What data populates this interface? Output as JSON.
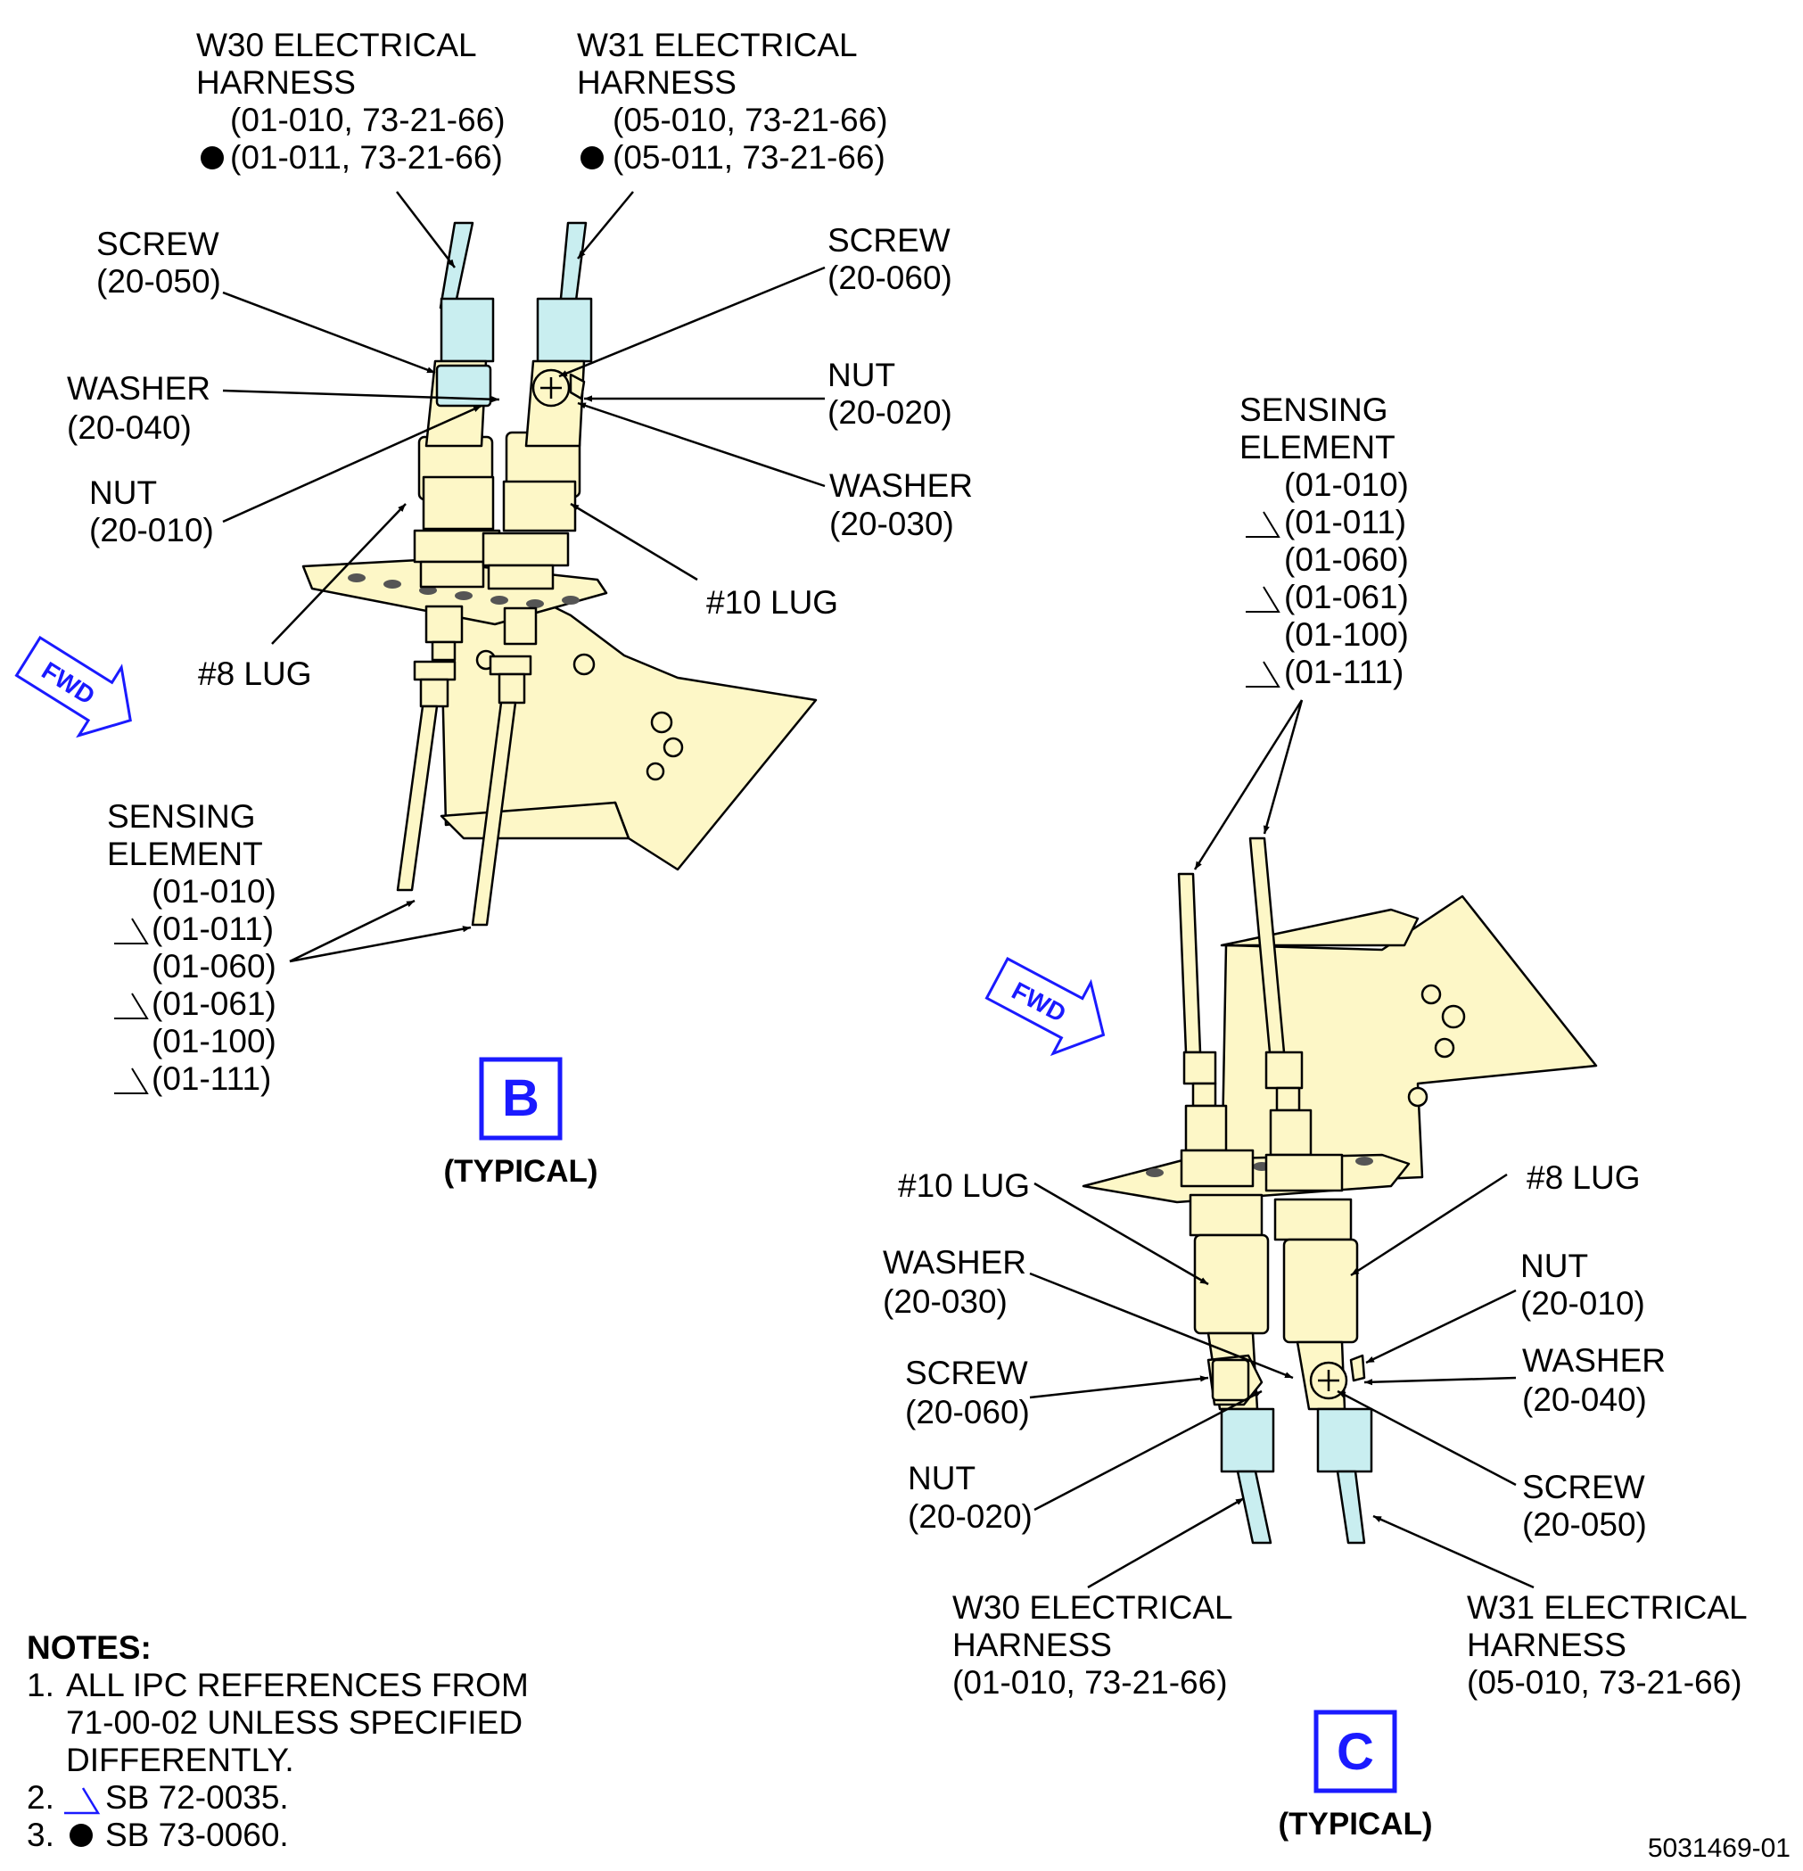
{
  "figure_id": "5031469-01",
  "colors": {
    "part_fill": "#fdf7c7",
    "harness_fill": "#c9eef0",
    "line": "#000000",
    "accent": "#1a1aff",
    "fwd_fill": "#ffffff"
  },
  "arrow_label": "FWD",
  "view_b": {
    "letter": "B",
    "caption": "(TYPICAL)",
    "w30": {
      "title": [
        "W30 ELECTRICAL",
        "HARNESS"
      ],
      "refs": [
        "(01-010, 73-21-66)",
        "(01-011, 73-21-66)"
      ]
    },
    "w31": {
      "title": [
        "W31 ELECTRICAL",
        "HARNESS"
      ],
      "refs": [
        "(05-010, 73-21-66)",
        "(05-011, 73-21-66)"
      ]
    },
    "screw_left": [
      "SCREW",
      "(20-050)"
    ],
    "washer_left": [
      "WASHER",
      "(20-040)"
    ],
    "nut_left": [
      "NUT",
      "(20-010)"
    ],
    "screw_right": [
      "SCREW",
      "(20-060)"
    ],
    "nut_right": [
      "NUT",
      "(20-020)"
    ],
    "washer_right": [
      "WASHER",
      "(20-030)"
    ],
    "lug10": "#10 LUG",
    "lug8": "#8 LUG",
    "sensing": {
      "title": [
        "SENSING",
        "ELEMENT"
      ],
      "refs": [
        "(01-010)",
        "(01-011)",
        "(01-060)",
        "(01-061)",
        "(01-100)",
        "(01-111)"
      ]
    }
  },
  "view_c": {
    "letter": "C",
    "caption": "(TYPICAL)",
    "sensing": {
      "title": [
        "SENSING",
        "ELEMENT"
      ],
      "refs": [
        "(01-010)",
        "(01-011)",
        "(01-060)",
        "(01-061)",
        "(01-100)",
        "(01-111)"
      ]
    },
    "lug10": "#10 LUG",
    "lug8": "#8 LUG",
    "washer_left": [
      "WASHER",
      "(20-030)"
    ],
    "screw_left": [
      "SCREW",
      "(20-060)"
    ],
    "nut_left": [
      "NUT",
      "(20-020)"
    ],
    "nut_right": [
      "NUT",
      "(20-010)"
    ],
    "washer_right": [
      "WASHER",
      "(20-040)"
    ],
    "screw_right": [
      "SCREW",
      "(20-050)"
    ],
    "w30": {
      "title": [
        "W30 ELECTRICAL",
        "HARNESS"
      ],
      "refs": [
        "(01-010, 73-21-66)"
      ]
    },
    "w31": {
      "title": [
        "W31 ELECTRICAL",
        "HARNESS"
      ],
      "refs": [
        "(05-010, 73-21-66)"
      ]
    }
  },
  "notes": {
    "heading": "NOTES:",
    "items": [
      {
        "num": "1.",
        "lines": [
          "ALL IPC REFERENCES FROM",
          "71-00-02 UNLESS SPECIFIED",
          "DIFFERENTLY."
        ]
      },
      {
        "num": "2.",
        "lines": [
          "SB 72-0035."
        ]
      },
      {
        "num": "3.",
        "lines": [
          "SB 73-0060."
        ]
      }
    ]
  }
}
